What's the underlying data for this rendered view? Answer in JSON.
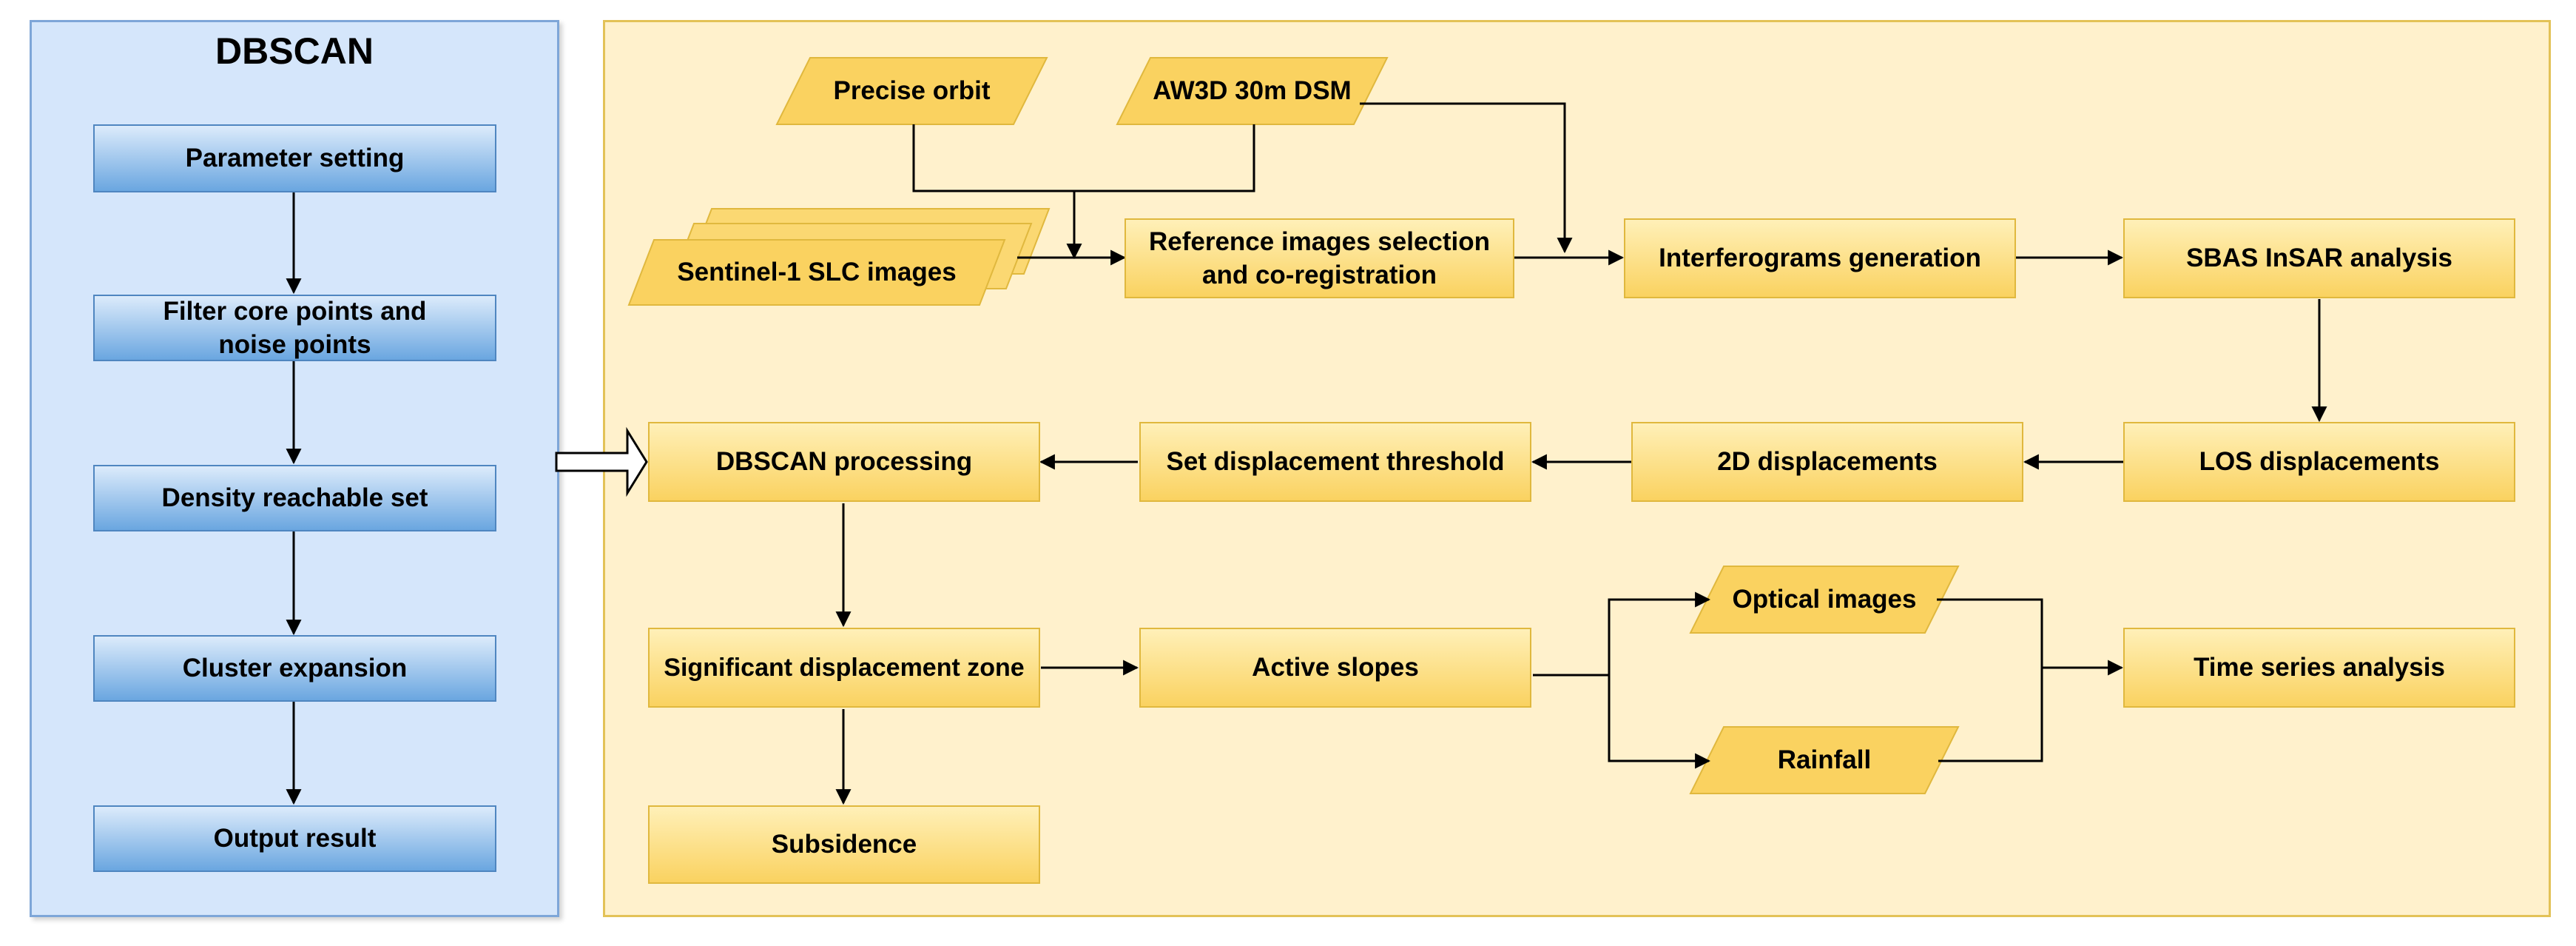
{
  "left": {
    "title": "DBSCAN",
    "steps": [
      "Parameter setting",
      "Filter core points and\nnoise points",
      "Density reachable set",
      "Cluster expansion",
      "Output result"
    ]
  },
  "inputs": {
    "precise_orbit": "Precise orbit",
    "dsm": "AW3D 30m DSM",
    "sentinel": "Sentinel-1 SLC images"
  },
  "row1": {
    "reference": "Reference images selection\nand co-registration",
    "interferograms": "Interferograms generation",
    "sbas": "SBAS InSAR analysis"
  },
  "row2": {
    "dbscan": "DBSCAN processing",
    "threshold": "Set displacement threshold",
    "disp2d": "2D displacements",
    "los": "LOS displacements"
  },
  "row3": {
    "significant": "Significant displacement zone",
    "active": "Active slopes",
    "optical": "Optical images",
    "rainfall": "Rainfall",
    "timeseries": "Time series analysis",
    "subsidence": "Subsidence"
  },
  "colors": {
    "left_panel_bg": "#d5e6fb",
    "right_panel_bg": "#fff1cc",
    "blue_box": "#6aa6e0",
    "yellow_box": "#fad260"
  }
}
